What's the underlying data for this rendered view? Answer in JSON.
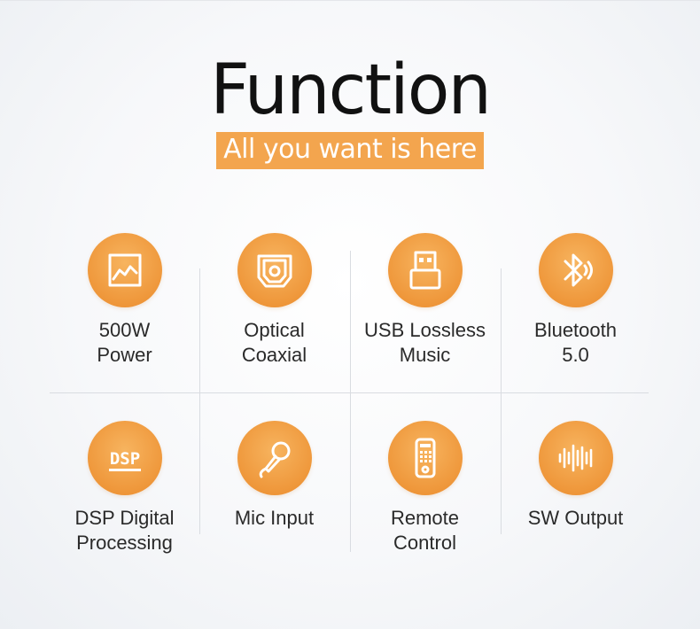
{
  "header": {
    "title": "Function",
    "subtitle": "All you want is here"
  },
  "features": [
    {
      "line1": "500W",
      "line2": "Power",
      "icon": "power-graph-icon"
    },
    {
      "line1": "Optical",
      "line2": "Coaxial",
      "icon": "optical-port-icon"
    },
    {
      "line1": "USB Lossless",
      "line2": "Music",
      "icon": "usb-icon"
    },
    {
      "line1": "Bluetooth",
      "line2": "5.0",
      "icon": "bluetooth-icon"
    },
    {
      "line1": "DSP Digital",
      "line2": "Processing",
      "icon": "dsp-icon",
      "icon_text": "DSP"
    },
    {
      "line1": "Mic Input",
      "line2": "",
      "icon": "microphone-icon"
    },
    {
      "line1": "Remote",
      "line2": "Control",
      "icon": "remote-control-icon"
    },
    {
      "line1": "SW Output",
      "line2": "",
      "icon": "soundwave-icon"
    }
  ],
  "colors": {
    "accent": "#f3a54e",
    "title": "#111111",
    "text": "#2a2a2a"
  }
}
